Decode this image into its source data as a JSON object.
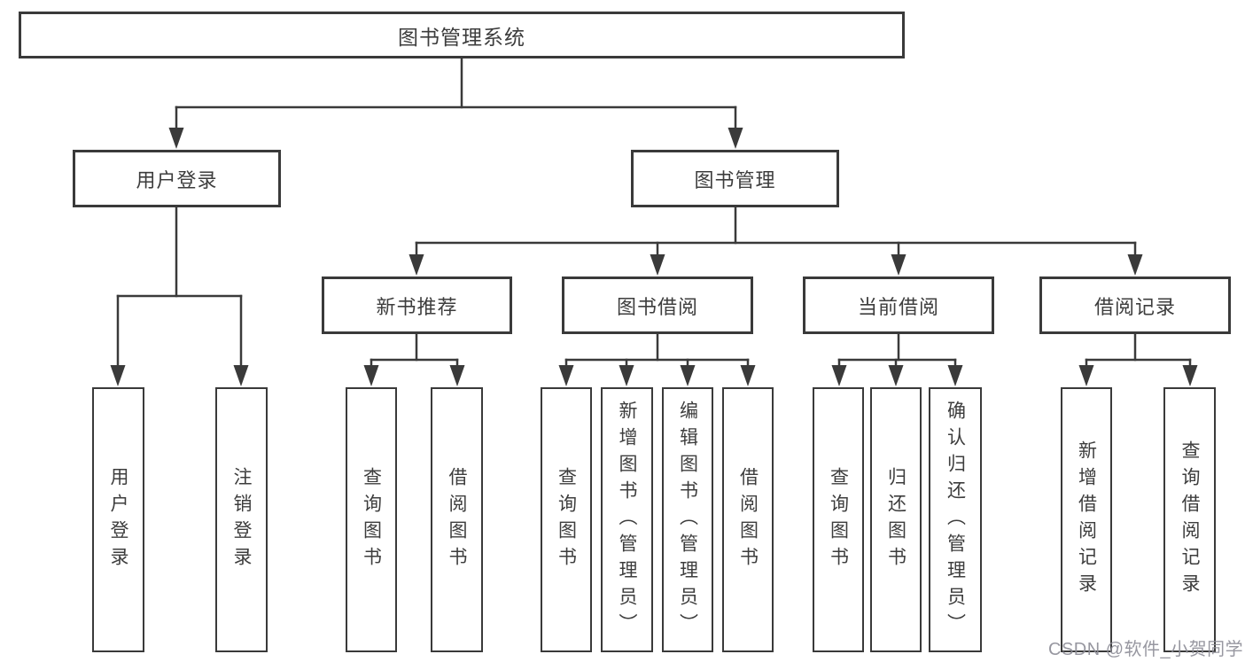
{
  "diagram": {
    "root": {
      "label": "图书管理系统"
    },
    "branches": [
      {
        "label": "用户登录",
        "children": [
          {
            "label": "用户登录"
          },
          {
            "label": "注销登录"
          }
        ]
      },
      {
        "label": "图书管理",
        "children": [
          {
            "label": "新书推荐",
            "children": [
              {
                "label": "查询图书"
              },
              {
                "label": "借阅图书"
              }
            ]
          },
          {
            "label": "图书借阅",
            "children": [
              {
                "label": "查询图书"
              },
              {
                "label": "新增图书（管理员）"
              },
              {
                "label": "编辑图书（管理员）"
              },
              {
                "label": "借阅图书"
              }
            ]
          },
          {
            "label": "当前借阅",
            "children": [
              {
                "label": "查询图书"
              },
              {
                "label": "归还图书"
              },
              {
                "label": "确认归还（管理员）"
              }
            ]
          },
          {
            "label": "借阅记录",
            "children": [
              {
                "label": "新增借阅记录"
              },
              {
                "label": "查询借阅记录"
              }
            ]
          }
        ]
      }
    ],
    "colors": {
      "line": "#3a3a3a",
      "text": "#3d3d3d",
      "box_background": "#ffffff"
    }
  },
  "watermark": {
    "text": "CSDN @软件_小贺同学"
  }
}
